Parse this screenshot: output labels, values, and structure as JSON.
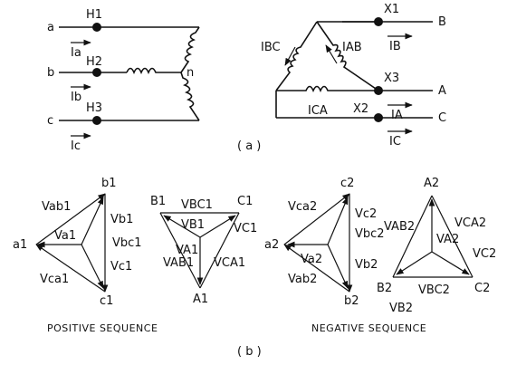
{
  "figure_a": {
    "wye": {
      "terminals": [
        "a",
        "b",
        "c"
      ],
      "bushings": [
        "H1",
        "H2",
        "H3"
      ],
      "currents": [
        "Ia",
        "Ib",
        "Ic"
      ],
      "neutral": "n"
    },
    "delta": {
      "bushings": [
        "X1",
        "X3",
        "X2"
      ],
      "terminals": [
        "B",
        "A",
        "C"
      ],
      "line_currents": [
        "IB",
        "IA",
        "IC"
      ],
      "branch_currents": [
        "IBC",
        "IAB",
        "ICA"
      ]
    },
    "caption": "( a )"
  },
  "figure_b": {
    "positive": {
      "label": "POSITIVE SEQUENCE",
      "wye_nodes": [
        "b1",
        "a1",
        "c1"
      ],
      "wye_line_voltages": [
        "Vab1",
        "Vbc1",
        "Vca1"
      ],
      "wye_phase_voltages": [
        "Va1",
        "Vb1",
        "Vc1"
      ],
      "delta_nodes": [
        "B1",
        "C1",
        "A1"
      ],
      "delta_line_voltages": [
        "VBC1",
        "VAB1",
        "VCA1"
      ],
      "delta_phase_voltages": [
        "VB1",
        "VC1",
        "VA1"
      ]
    },
    "negative": {
      "label": "NEGATIVE SEQUENCE",
      "wye_nodes": [
        "c2",
        "a2",
        "b2"
      ],
      "wye_line_voltages": [
        "Vca2",
        "Vbc2",
        "Vab2"
      ],
      "wye_phase_voltages": [
        "Va2",
        "Vb2",
        "Vc2"
      ],
      "delta_nodes": [
        "A2",
        "B2",
        "C2"
      ],
      "delta_line_voltages": [
        "VAB2",
        "VCA2",
        "VBC2"
      ],
      "delta_phase_voltages": [
        "VA2",
        "VB2",
        "VC2"
      ]
    },
    "caption": "( b )"
  }
}
